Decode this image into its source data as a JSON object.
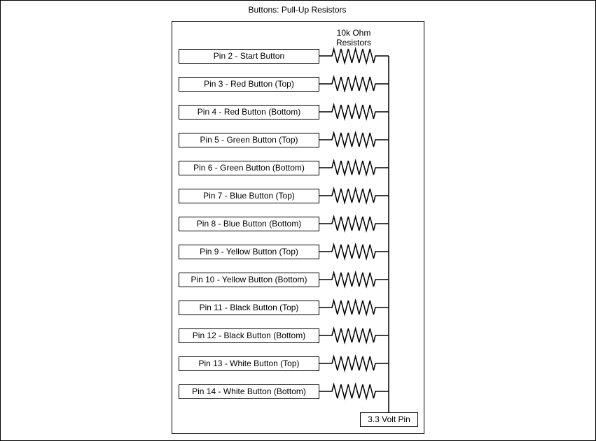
{
  "diagram": {
    "title": "Buttons: Pull-Up Resistors",
    "resistor_label": "10k Ohm\nResistors",
    "power_label": "3.3 Volt Pin",
    "pins": [
      {
        "label": "Pin 2 - Start Button"
      },
      {
        "label": "Pin 3 - Red Button (Top)"
      },
      {
        "label": "Pin 4 - Red Button (Bottom)"
      },
      {
        "label": "Pin 5 - Green Button (Top)"
      },
      {
        "label": "Pin 6 - Green Button (Bottom)"
      },
      {
        "label": "Pin 7 - Blue Button (Top)"
      },
      {
        "label": "Pin 8 - Blue Button (Bottom)"
      },
      {
        "label": "Pin 9 - Yellow Button (Top)"
      },
      {
        "label": "Pin 10 - Yellow Button (Bottom)"
      },
      {
        "label": "Pin 11 - Black Button (Top)"
      },
      {
        "label": "Pin 12 - Black Button (Bottom)"
      },
      {
        "label": "Pin 13 - White Button (Top)"
      },
      {
        "label": "Pin 14 - White Button (Bottom)"
      }
    ]
  }
}
